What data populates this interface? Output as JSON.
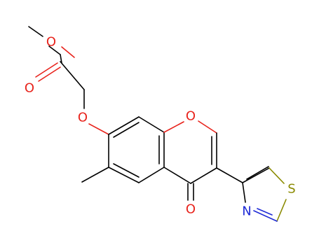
{
  "molecule": {
    "atoms": {
      "O_methoxy": "O",
      "O_carbonyl_ester": "O",
      "O_ether": "O",
      "O_ring": "O",
      "O_ketone": "O",
      "S_thiazole": "S",
      "N_thiazole": "N"
    },
    "colors": {
      "carbon_bond": "#000000",
      "oxygen": "#e8231c",
      "nitrogen": "#1f2bd6",
      "sulfur": "#8a8a00",
      "background": "#ffffff"
    }
  }
}
